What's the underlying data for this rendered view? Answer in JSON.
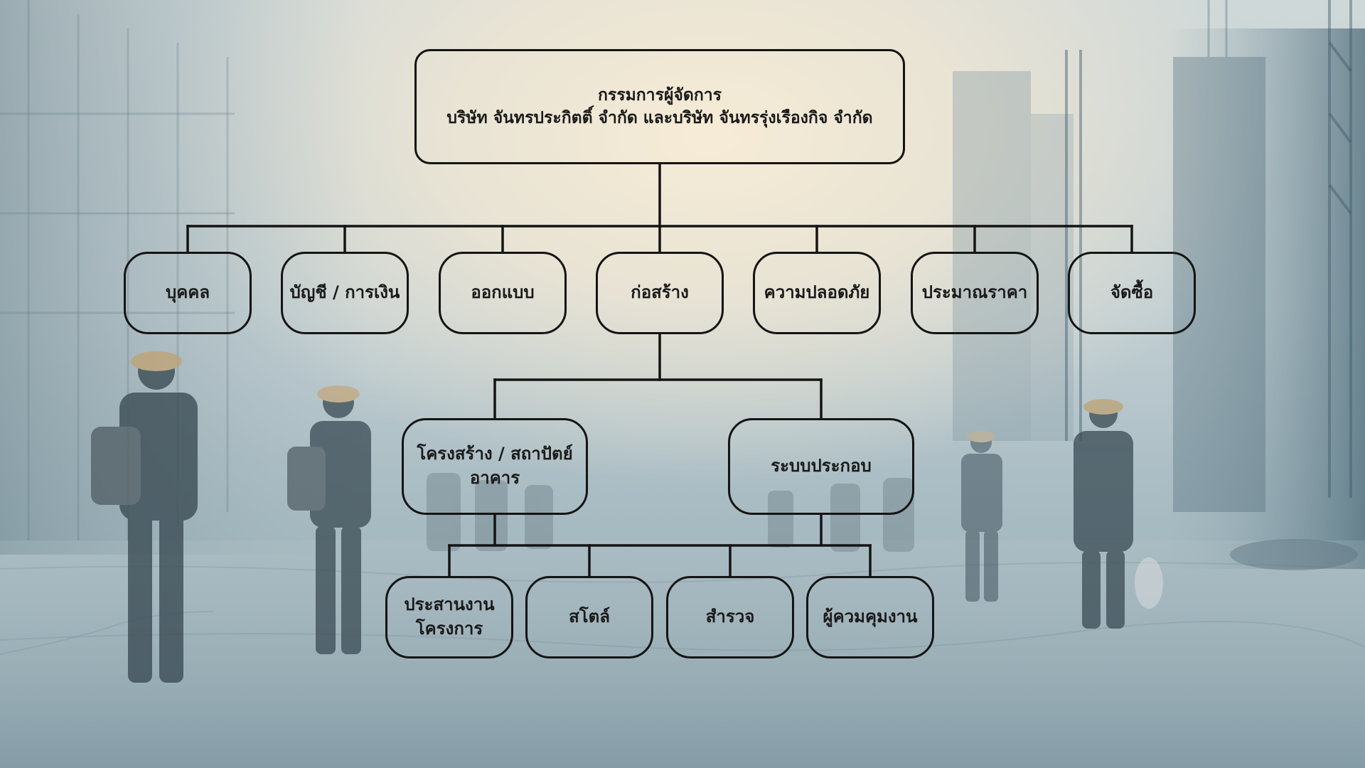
{
  "chart": {
    "root": {
      "line1": "กรรมการผู้จัดการ",
      "line2": "บริษัท จันทรประกิตติ์ จำกัด และบริษัท จันทรรุ่งเรืองกิจ จำกัด"
    },
    "departments": [
      {
        "label": "บุคคล"
      },
      {
        "label": "บัญชี / การเงิน"
      },
      {
        "label": "ออกแบบ"
      },
      {
        "label": "ก่อสร้าง"
      },
      {
        "label": "ความปลอดภัย"
      },
      {
        "label": "ประมาณราคา"
      },
      {
        "label": "จัดซื้อ"
      }
    ],
    "construction_groups": [
      {
        "line1": "โครงสร้าง / สถาปัตย์",
        "line2": "อาคาร"
      },
      {
        "line1": "ระบบประกอบ",
        "line2": ""
      }
    ],
    "construction_teams": [
      {
        "line1": "ประสานงาน",
        "line2": "โครงการ"
      },
      {
        "line1": "สโตล์",
        "line2": ""
      },
      {
        "line1": "สำรวจ",
        "line2": ""
      },
      {
        "line1": "ผู้ควมคุมงาน",
        "line2": ""
      }
    ]
  },
  "colors": {
    "line": "#141414",
    "text": "#1a1a1a"
  }
}
